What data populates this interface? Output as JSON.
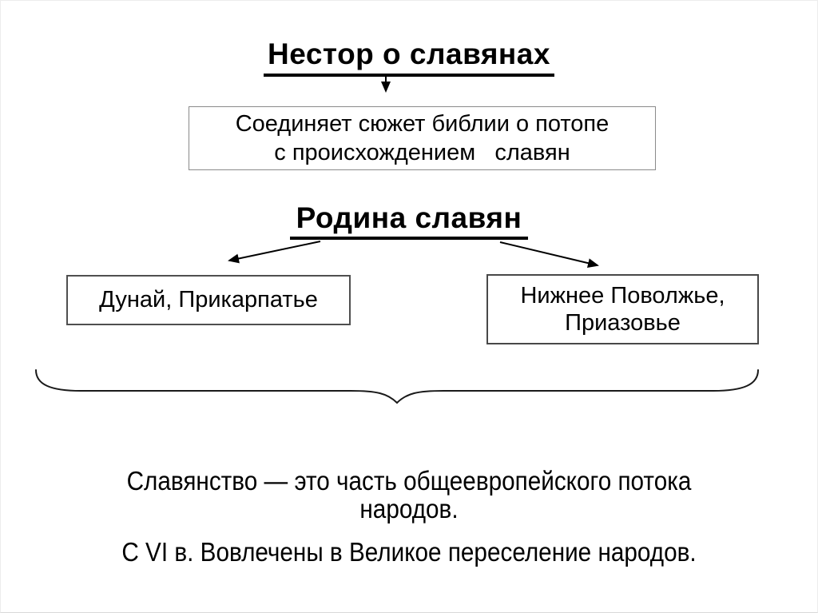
{
  "slide": {
    "title": "Нестор о славянах",
    "intro_box": {
      "line1": "Соединяет сюжет библии о потопе",
      "line2": "с происхождением   славян"
    },
    "homeland_heading": "Родина славян",
    "left_box": "Дунай, Прикарпатье",
    "right_box": {
      "line1": "Нижнее Поволжье,",
      "line2": "Приазовье"
    },
    "conclusion": {
      "line1": "Славянство — это часть общеевропейского потока",
      "line2": "народов."
    },
    "migration": "С VI в. Вовлечены в Великое переселение народов.",
    "colors": {
      "text": "#000000",
      "background": "#ffffff",
      "intro_box_border": "#8a8a8a",
      "lower_box_border": "#4f4f4f",
      "connector": "#000000"
    }
  }
}
